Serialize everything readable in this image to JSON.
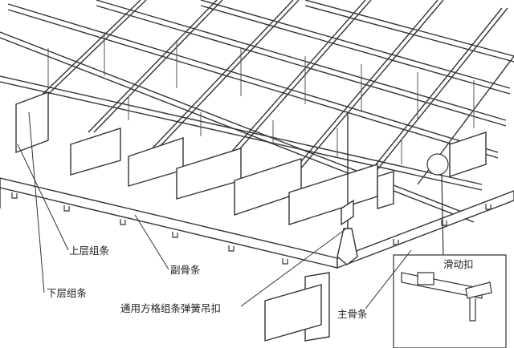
{
  "labels": {
    "upper_strip": "上层组条",
    "lower_strip": "下层组条",
    "secondary_keel": "副骨条",
    "spring_hanger": "通用方格组条弹簧吊扣",
    "main_keel": "主骨条",
    "sliding_clip": "滑动扣"
  },
  "colors": {
    "line": "#333333",
    "fill": "#ffffff",
    "background": "#ffffff"
  }
}
